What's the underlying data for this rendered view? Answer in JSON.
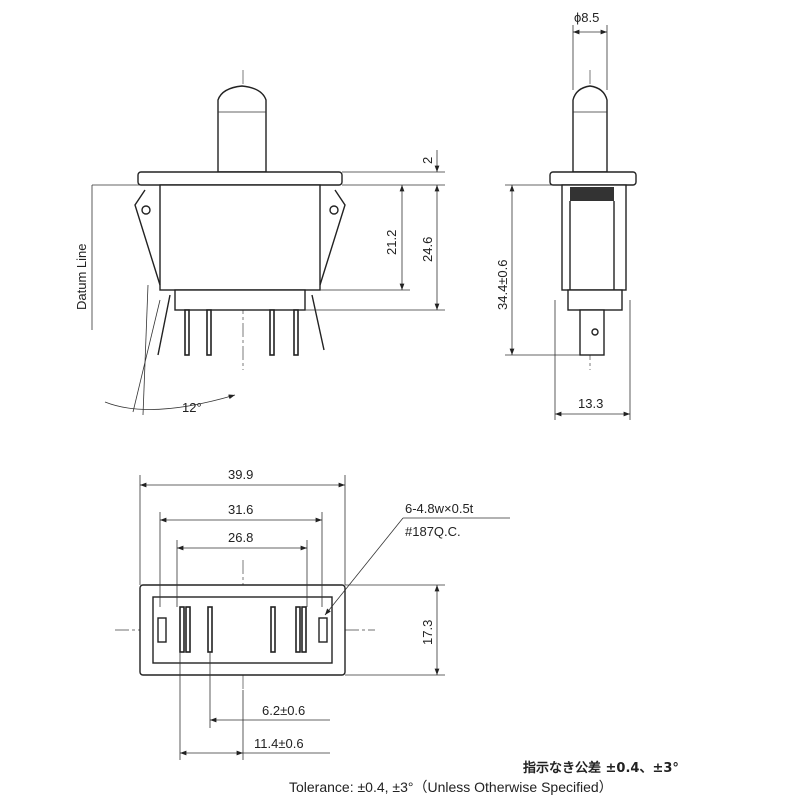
{
  "front_view": {
    "datum_label": "Datum Line",
    "dim_flange": "2",
    "dim_body": "21.2",
    "dim_total": "24.6",
    "angle": "12°"
  },
  "side_view": {
    "dim_plunger": "ϕ8.5",
    "dim_height": "34.4±0.6",
    "dim_width": "13.3"
  },
  "bottom_view": {
    "dim_overall": "39.9",
    "dim_outer_pins": "31.6",
    "dim_inner_pins": "26.8",
    "dim_depth": "17.3",
    "dim_pitch_small": "6.2±0.6",
    "dim_pitch_large": "11.4±0.6",
    "terminal_spec": "6-4.8w×0.5t",
    "terminal_type": "#187Q.C."
  },
  "notes": {
    "tolerance_jp": "指示なき公差 ±0.4、±3°",
    "tolerance_en": "Tolerance: ±0.4, ±3°（Unless Otherwise Specified）"
  }
}
